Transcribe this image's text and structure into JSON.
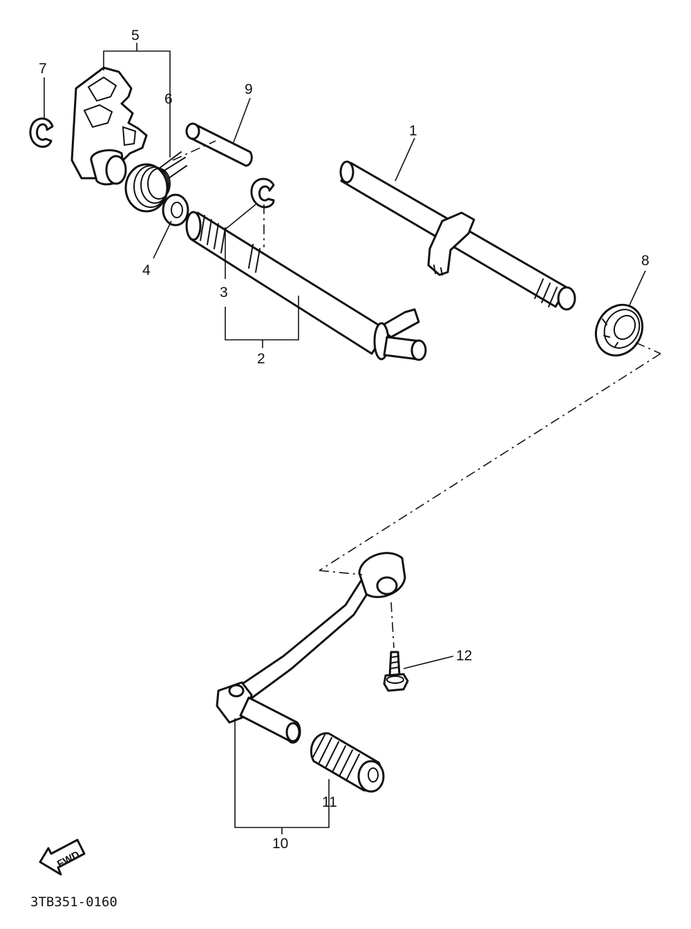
{
  "diagram": {
    "part_numbers": {
      "p1": "1",
      "p2": "2",
      "p3": "3",
      "p4": "4",
      "p5": "5",
      "p6": "6",
      "p7": "7",
      "p8": "8",
      "p9": "9",
      "p10": "10",
      "p11": "11",
      "p12": "12"
    },
    "fwd_label": "FWD",
    "drawing_code": "3TB351-0160"
  }
}
